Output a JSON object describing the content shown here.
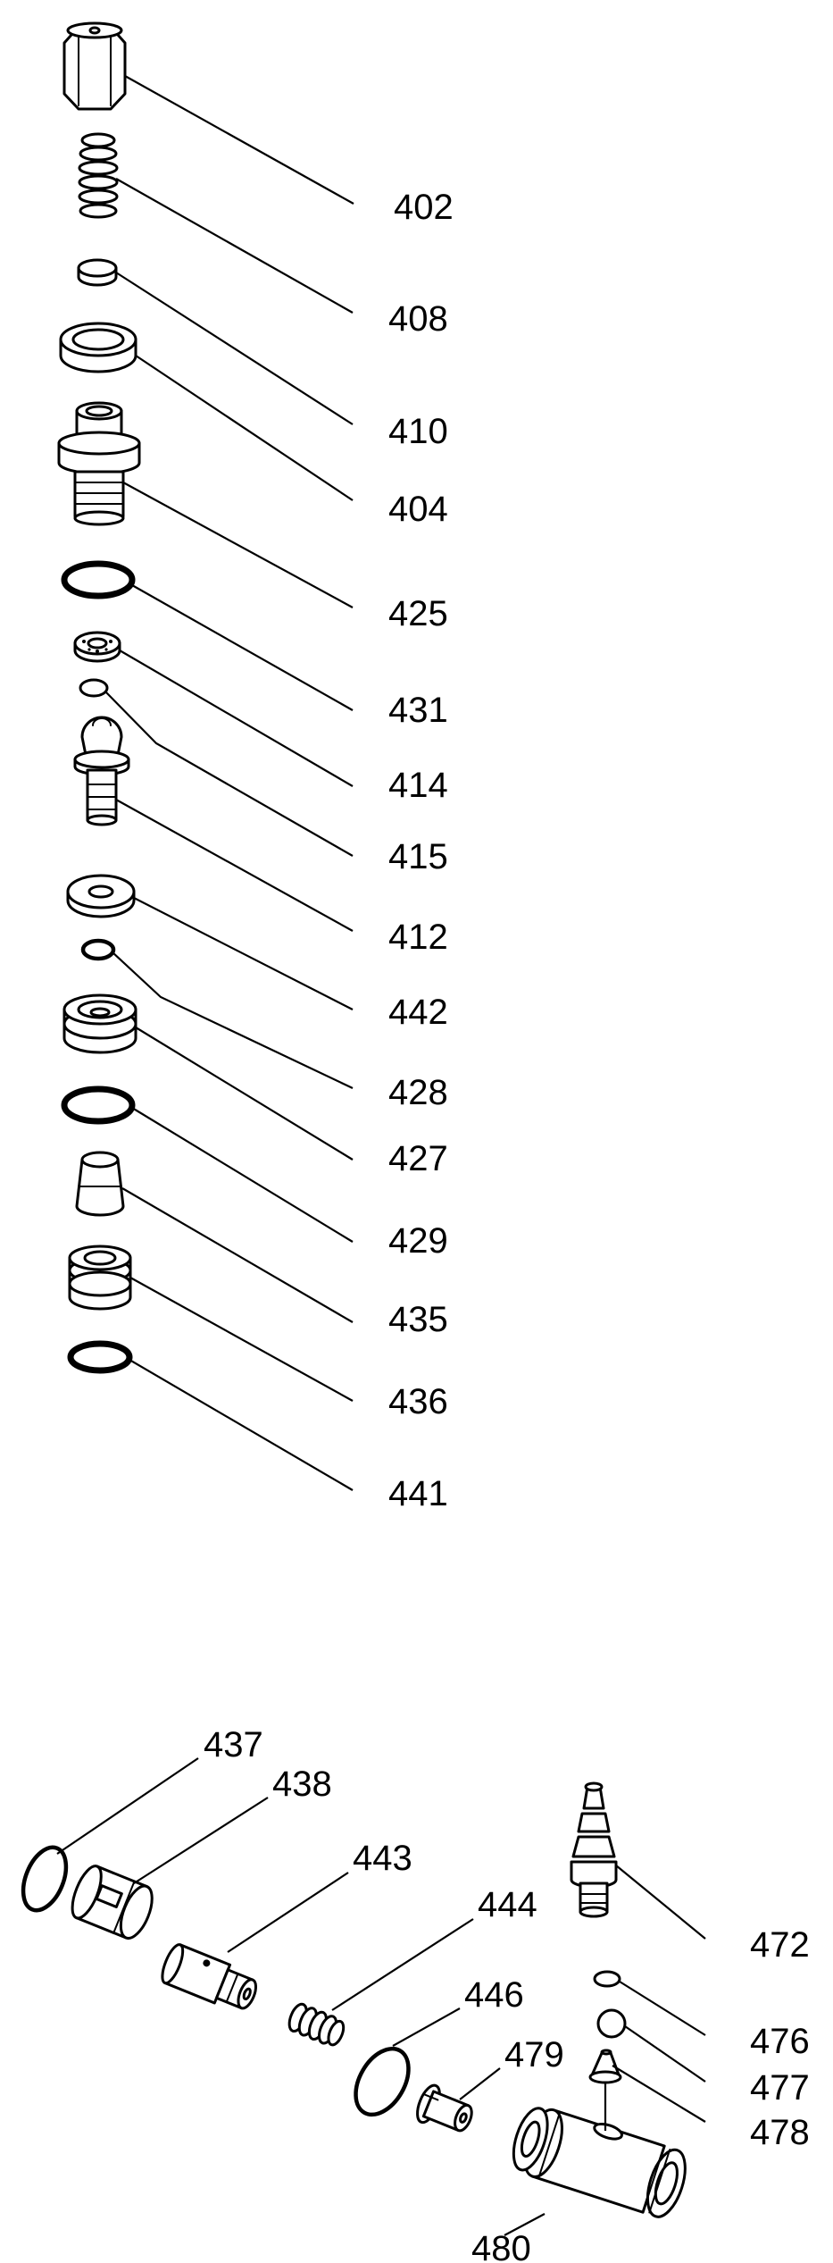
{
  "parts": {
    "p402": "402",
    "p408": "408",
    "p410": "410",
    "p404": "404",
    "p425": "425",
    "p431": "431",
    "p414": "414",
    "p415": "415",
    "p412": "412",
    "p442": "442",
    "p428": "428",
    "p427": "427",
    "p429": "429",
    "p435": "435",
    "p436": "436",
    "p441": "441",
    "p437": "437",
    "p438": "438",
    "p443": "443",
    "p444": "444",
    "p446": "446",
    "p479": "479",
    "p472": "472",
    "p476": "476",
    "p477": "477",
    "p478": "478",
    "p480": "480"
  },
  "colors": {
    "ink": "#000000",
    "background": "#ffffff"
  }
}
